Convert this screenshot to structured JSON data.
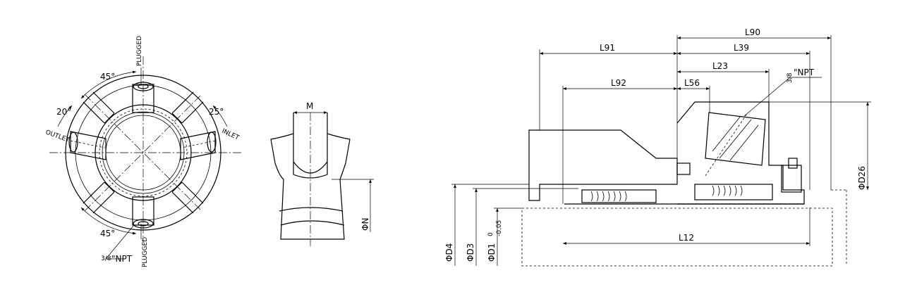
{
  "end_view": {
    "angle_top": "45°",
    "angle_bottom": "45°",
    "angle_left": "20°",
    "angle_right": "25°",
    "label_plugged_top": "PLUGGED",
    "label_plugged_bottom": "PLUGGED",
    "label_outlet": "OUTLET",
    "label_inlet": "INLET",
    "npt_fraction": "3/8",
    "npt_label": "\"NPT"
  },
  "gland_detail": {
    "dim_m": "M",
    "dim_n": "ΦN"
  },
  "section_view": {
    "dim_l90": "L90",
    "dim_l91": "L91",
    "dim_l39": "L39",
    "dim_l23": "L23",
    "dim_l92": "L92",
    "dim_l56": "L56",
    "dim_l12": "L12",
    "dim_d26": "ΦD26",
    "dim_d4": "ΦD4",
    "dim_d3": "ΦD3",
    "dim_d1": "ΦD1",
    "dim_d1_tol_upper": "0",
    "dim_d1_tol_lower": "-0.05",
    "npt_fraction": "3/8",
    "npt_label": "\"NPT"
  }
}
